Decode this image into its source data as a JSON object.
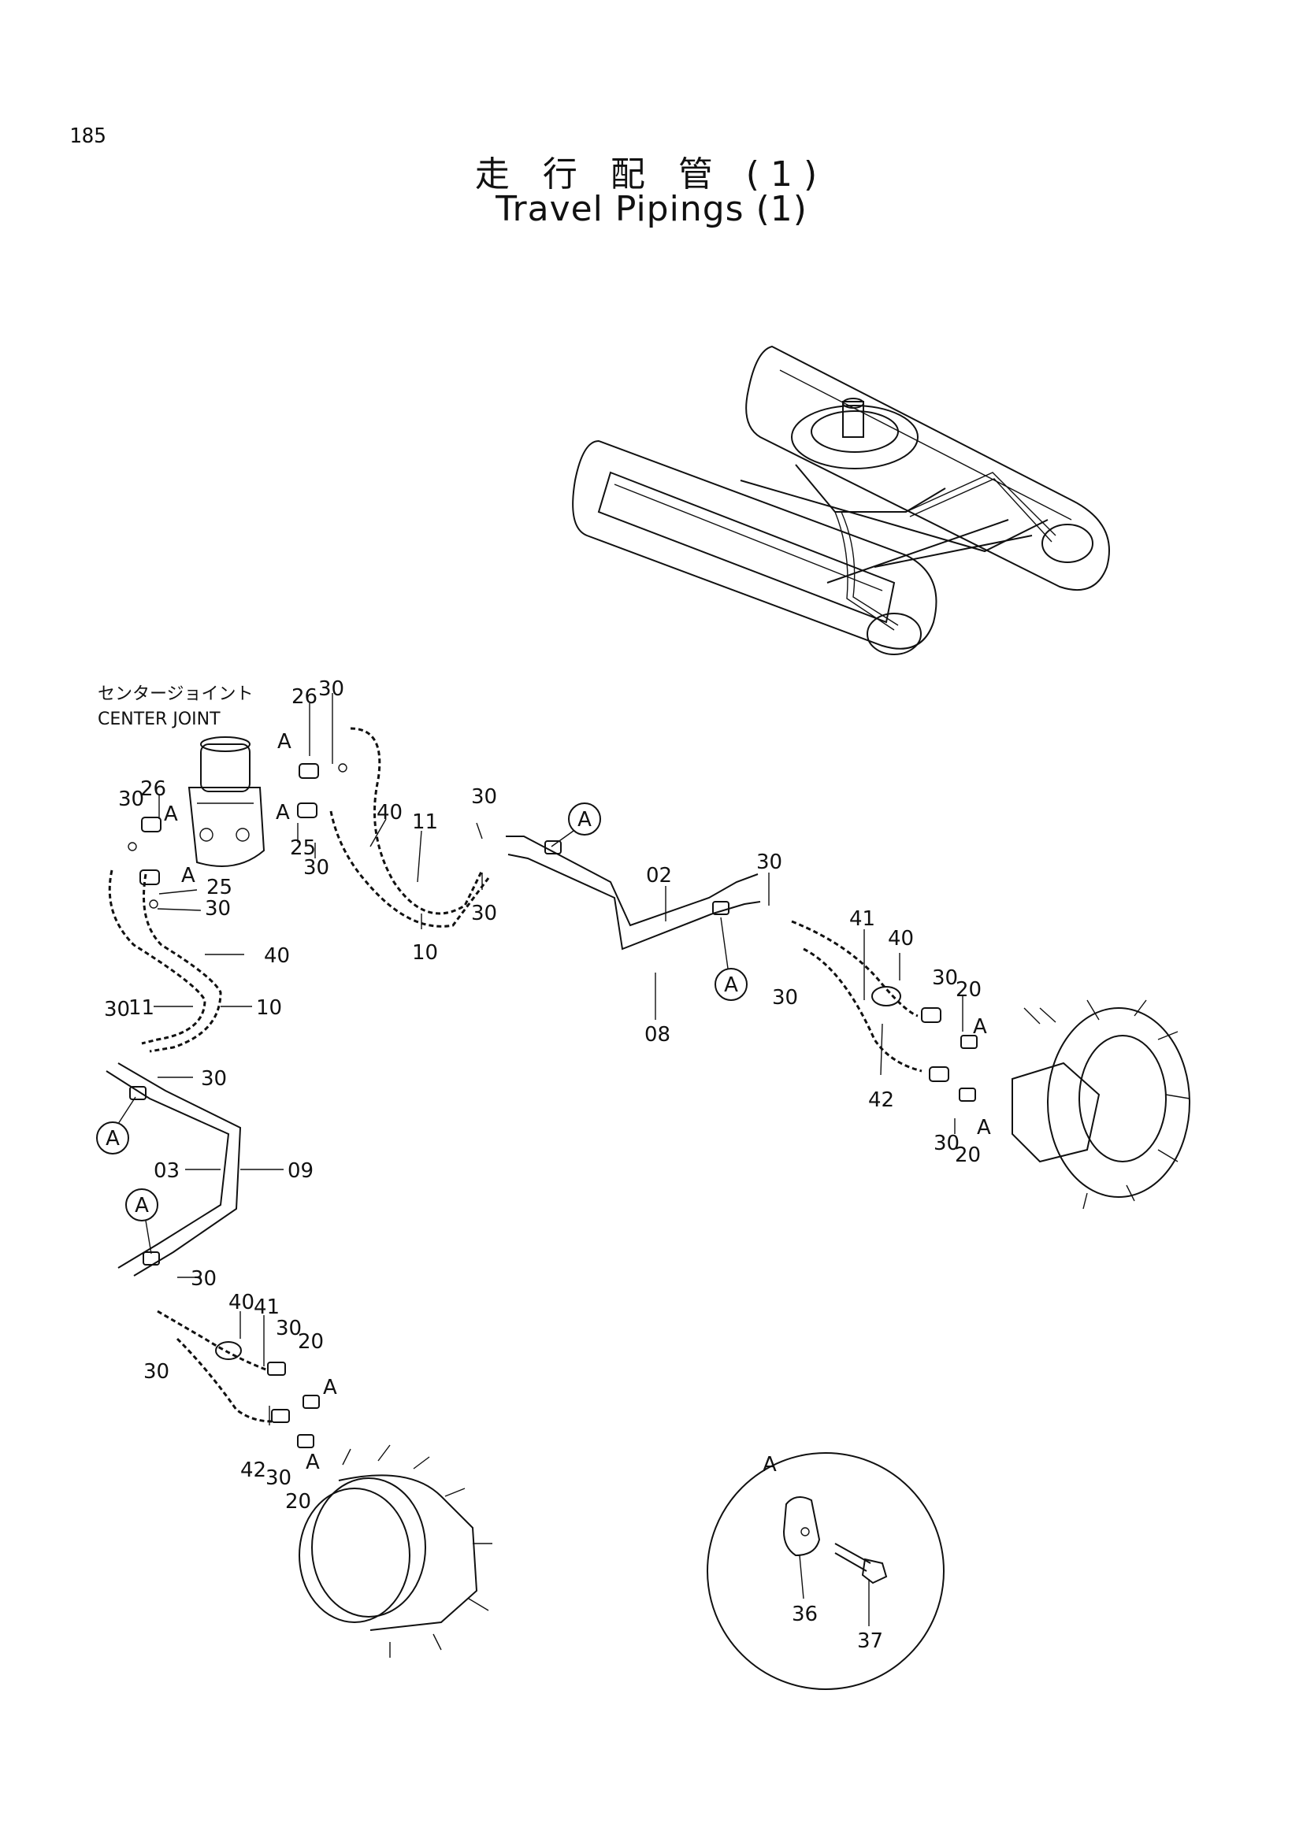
{
  "page": {
    "number": "185",
    "title_jp": "走 行 配 管 (1)",
    "title_en": "Travel Pipings (1)"
  },
  "diagram": {
    "center_joint_label_jp": "センタージョイント",
    "center_joint_label_en": "CENTER JOINT",
    "clamp_marker": "A",
    "detail_label": "A",
    "part_numbers": {
      "p02": "02",
      "p03": "03",
      "p08": "08",
      "p09": "09",
      "p10": "10",
      "p11": "11",
      "p20": "20",
      "p25": "25",
      "p26": "26",
      "p30": "30",
      "p36": "36",
      "p37": "37",
      "p40": "40",
      "p41": "41",
      "p42": "42"
    }
  }
}
